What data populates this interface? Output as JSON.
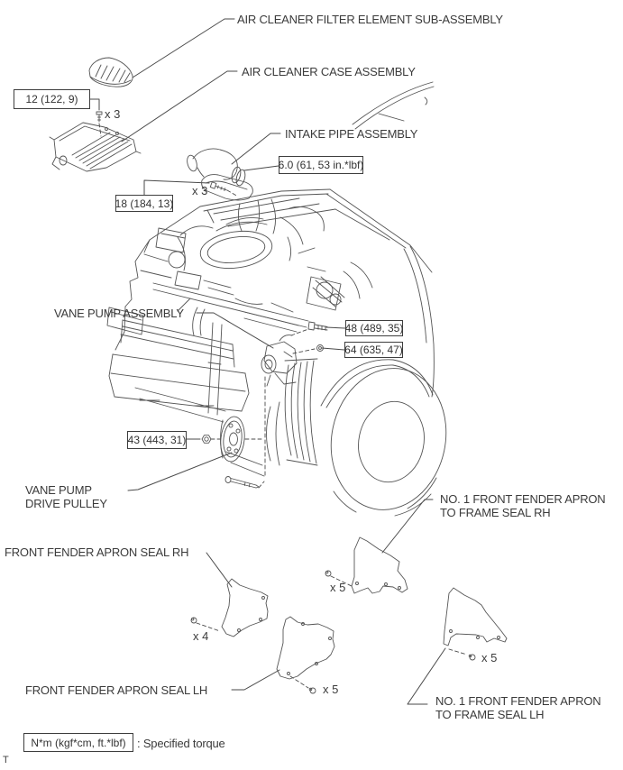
{
  "colors": {
    "background": "#ffffff",
    "line_art": "#555555",
    "leader_line": "#4a4a4a",
    "text": "#3b3b3b",
    "box_border": "#3e3e3e"
  },
  "labels": {
    "air_cleaner_filter_element": "AIR CLEANER FILTER ELEMENT SUB-ASSEMBLY",
    "air_cleaner_case": "AIR CLEANER CASE ASSEMBLY",
    "intake_pipe": "INTAKE PIPE ASSEMBLY",
    "vane_pump_assembly": "VANE PUMP ASSEMBLY",
    "vane_pump_drive_pulley": {
      "line1": "VANE PUMP",
      "line2": "DRIVE PULLEY"
    },
    "no1_front_fender_apron_rh": {
      "line1": "NO. 1 FRONT FENDER APRON",
      "line2": "TO FRAME SEAL RH"
    },
    "front_fender_apron_seal_rh": "FRONT FENDER APRON SEAL RH",
    "front_fender_apron_seal_lh": "FRONT FENDER APRON SEAL LH",
    "no1_front_fender_apron_lh": {
      "line1": "NO. 1 FRONT FENDER APRON",
      "line2": "TO FRAME SEAL LH"
    }
  },
  "torque_specs": {
    "air_cleaner_case_bolt": "12 (122, 9)",
    "intake_pipe_bolt": "18 (184, 13)",
    "intake_hose_clamp": "6.0 (61, 53 in.*lbf)",
    "vane_pump_bolt": "48 (489, 35)",
    "vane_pump_nut": "64 (635, 47)",
    "drive_pulley_nut": "43 (443, 31)"
  },
  "fastener_counts": {
    "air_cleaner_case_bolts": "x 3",
    "intake_pipe_bolts": "x 3",
    "no1_apron_rh_clips": "x 5",
    "apron_seal_rh_clips": "x 4",
    "apron_seal_lh_clips": "x 5",
    "no1_apron_lh_clips": "x 5"
  },
  "legend": {
    "unit_box": "N*m (kgf*cm, ft.*lbf)",
    "description": ": Specified torque"
  },
  "footer": {
    "mark": "T"
  }
}
